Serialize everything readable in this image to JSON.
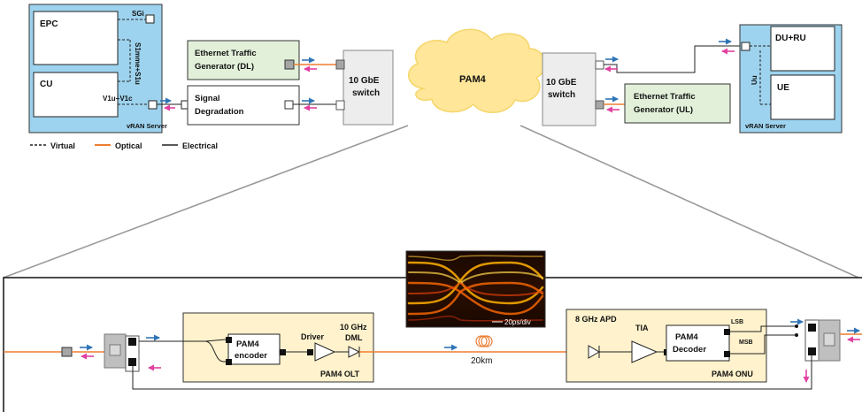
{
  "colors": {
    "server_blue": "#9DD3EE",
    "gen_green": "#E2F0D9",
    "cloud": "#FFE699",
    "cloud_edge": "#F5D66B",
    "board": "#FFF2CC",
    "optical": "#ED7D31",
    "arrow_blue": "#2E75B6",
    "arrow_pink": "#E040A0",
    "switch_gray": "#EDEDED",
    "connector_gray": "#A6A6A6"
  },
  "top": {
    "left_server": {
      "label": "vRAN Server",
      "epc": "EPC",
      "cu": "CU",
      "sgi": "SGi",
      "s1": "S1mme+S1u",
      "v1": "V1u+V1c"
    },
    "gen_dl": {
      "line1": "Ethernet Traffic",
      "line2": "Generator (DL)"
    },
    "sig_deg": {
      "line1": "Signal",
      "line2": "Degradation"
    },
    "switch_left": {
      "line1": "10 GbE",
      "line2": "switch"
    },
    "cloud": "PAM4",
    "switch_right": {
      "line1": "10 GbE",
      "line2": "switch"
    },
    "gen_ul": {
      "line1": "Ethernet Traffic",
      "line2": "Generator (UL)"
    },
    "right_server": {
      "label": "vRAN Server",
      "du": "DU+RU",
      "ue": "UE",
      "uu": "Uu"
    },
    "legend": [
      {
        "label": "Virtual",
        "style": "dashed"
      },
      {
        "label": "Optical",
        "style": "optical"
      },
      {
        "label": "Electrical",
        "style": "solid"
      }
    ]
  },
  "detail": {
    "eye_scale": "20ps/div",
    "olt": {
      "label": "PAM4 OLT",
      "encoder1": "PAM4",
      "encoder2": "encoder",
      "driver": "Driver",
      "dml1": "10 GHz",
      "dml2": "DML"
    },
    "fiber": "20km",
    "onu": {
      "label": "PAM4 ONU",
      "apd": "8 GHz APD",
      "tia": "TIA",
      "decoder1": "PAM4",
      "decoder2": "Decoder",
      "lsb": "LSB",
      "msb": "MSB"
    }
  }
}
